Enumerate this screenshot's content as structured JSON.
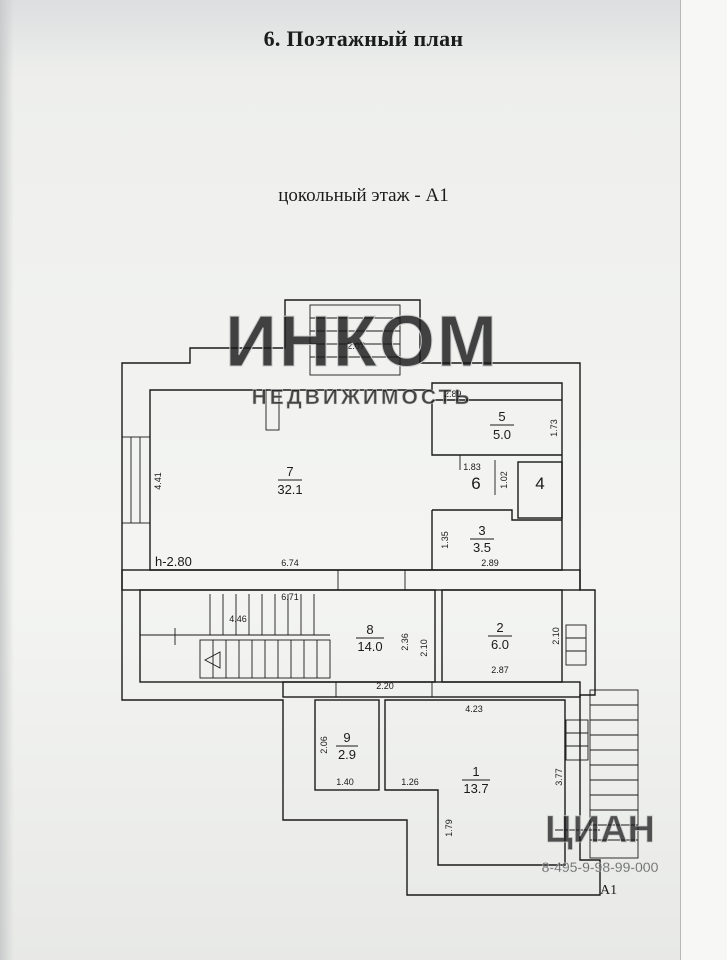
{
  "document": {
    "title": "6. Поэтажный план",
    "subtitle": "цокольный этаж - А1",
    "axis_label": "А1",
    "height_label": "h-2.80",
    "watermark": {
      "brand": "ИНКОМ",
      "sub": "НЕДВИЖИМОСТЬ",
      "corner": "ЦИАН",
      "corner_phone": "8-495-9-98-99-000"
    }
  },
  "rooms": [
    {
      "id": "room-1",
      "number": "1",
      "area": "13.7"
    },
    {
      "id": "room-2",
      "number": "2",
      "area": "6.0"
    },
    {
      "id": "room-3",
      "number": "3",
      "area": "3.5"
    },
    {
      "id": "room-4",
      "number": "4",
      "area": ""
    },
    {
      "id": "room-5",
      "number": "5",
      "area": "5.0"
    },
    {
      "id": "room-6",
      "number": "6",
      "area": ""
    },
    {
      "id": "room-7",
      "number": "7",
      "area": "32.1"
    },
    {
      "id": "room-8",
      "number": "8",
      "area": "14.0"
    },
    {
      "id": "room-9",
      "number": "9",
      "area": "2.9"
    }
  ],
  "dimensions": {
    "d_2_07": "2.07",
    "d_2_89_top": "2.89",
    "d_1_73": "1.73",
    "d_4_41": "4.41",
    "d_1_83": "1.83",
    "d_1_02": "1.02",
    "d_1_35": "1.35",
    "d_2_89_bottom": "2.89",
    "d_6_74": "6.74",
    "d_6_71": "6.71",
    "d_4_46": "4.46",
    "d_2_36": "2.36",
    "d_2_10_a": "2.10",
    "d_2_10_b": "2.10",
    "d_2_87": "2.87",
    "d_2_20": "2.20",
    "d_4_23": "4.23",
    "d_2_06": "2.06",
    "d_1_40": "1.40",
    "d_1_26": "1.26",
    "d_3_77": "3.77",
    "d_1_79": "1.79"
  }
}
